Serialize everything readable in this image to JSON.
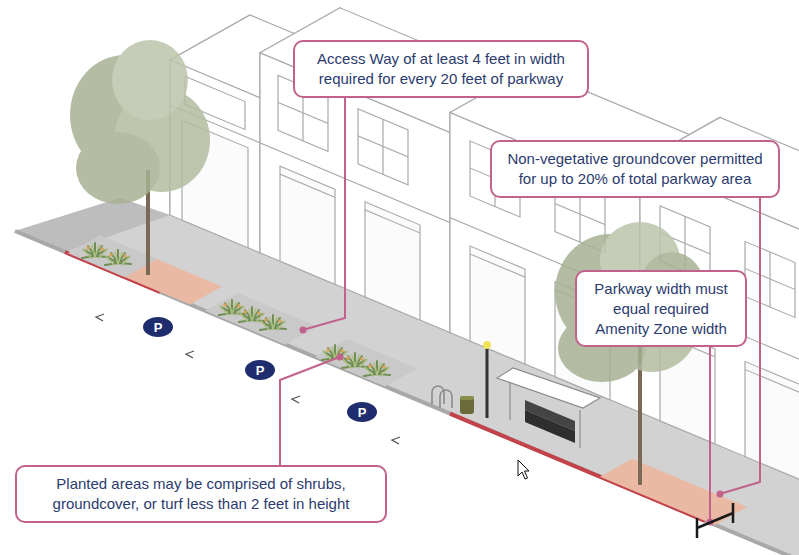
{
  "diagram": {
    "nodes": [
      {
        "text": [
          "Access Way of at least 4 feet in width required for every 20 feet of parkway"
        ]
      },
      {
        "text": [
          "Non-vegetative groundcover permitted for up to 20% of total parkway area"
        ]
      },
      {
        "text": [
          "Parkway width must equal required Amenity Zone width"
        ]
      },
      {
        "text": [
          "Planted areas may be comprised of shrubs, groundcover, or turf less than 2 feet in height"
        ]
      }
    ],
    "labels": [
      "P",
      "P",
      "P"
    ]
  }
}
